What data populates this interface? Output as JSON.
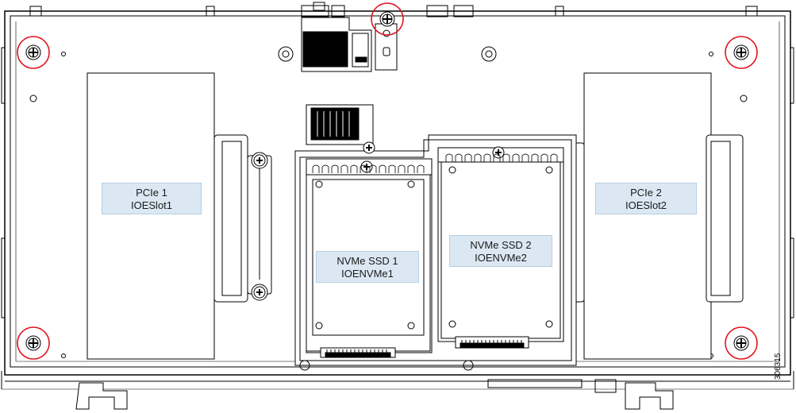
{
  "labels": {
    "pcie1": {
      "line1": "PCIe 1",
      "line2": "IOESlot1"
    },
    "pcie2": {
      "line1": "PCIe 2",
      "line2": "IOESlot2"
    },
    "nvme1": {
      "line1": "NVMe SSD 1",
      "line2": "IOENVMe1"
    },
    "nvme2": {
      "line1": "NVMe SSD 2",
      "line2": "IOENVMe2"
    }
  },
  "figure_number": "306315",
  "colors": {
    "line": "#000000",
    "highlight_circle": "#e0141e",
    "label_fill": "#dbe8f3",
    "slot_fill": "#ffffff"
  },
  "highlighted_screws": 5,
  "icons": [
    "phillips-screw-icon",
    "highlight-circle-icon",
    "heatsink-icon",
    "connector-icon",
    "release-lever-icon"
  ]
}
